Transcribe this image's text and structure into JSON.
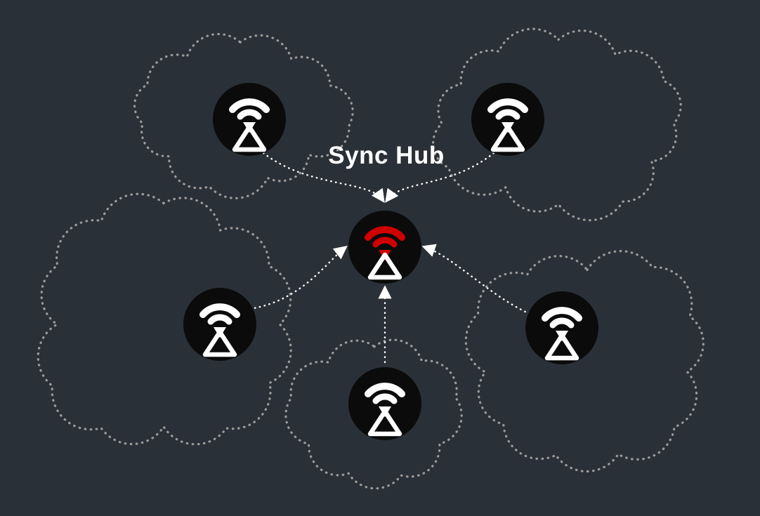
{
  "diagram": {
    "hub": {
      "label": "Sync Hub",
      "icon": "sync-beacon-icon",
      "accent_color": "#d00000"
    },
    "nodes": [
      {
        "id": "device-top-left",
        "icon": "sync-beacon-icon"
      },
      {
        "id": "device-top-right",
        "icon": "sync-beacon-icon"
      },
      {
        "id": "device-mid-left",
        "icon": "sync-beacon-icon"
      },
      {
        "id": "device-bottom-center",
        "icon": "sync-beacon-icon"
      },
      {
        "id": "device-right",
        "icon": "sync-beacon-icon"
      }
    ],
    "colors": {
      "background": "#2a3037",
      "cloud_outline": "#9b9b9b",
      "arrow": "#ffffff",
      "node_fill": "#0b0b0b",
      "icon": "#ffffff",
      "hub_accent": "#d00000"
    }
  }
}
